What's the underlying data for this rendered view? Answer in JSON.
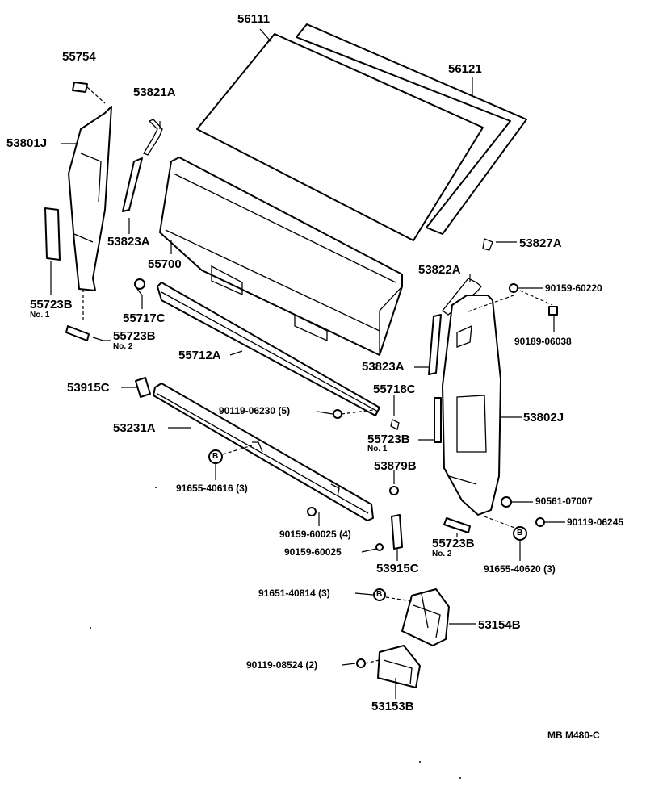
{
  "labels": {
    "p56111": "56111",
    "p56121": "56121",
    "p55754": "55754",
    "p53821A": "53821A",
    "p53801J": "53801J",
    "p53823A_top": "53823A",
    "p55700": "55700",
    "p55723B_no1_left": "55723B",
    "p55723B_no1_left_sub": "No. 1",
    "p55717C": "55717C",
    "p55723B_no2_left": "55723B",
    "p55723B_no2_left_sub": "No. 2",
    "p55712A": "55712A",
    "p53827A": "53827A",
    "p53822A": "53822A",
    "p90159_60220": "90159-60220",
    "p90189_06038": "90189-06038",
    "p53823A_right": "53823A",
    "p55718C": "55718C",
    "p53915C_top": "53915C",
    "p90119_06230": "90119-06230 (5)",
    "p53802J": "53802J",
    "p53231A": "53231A",
    "p55723B_no1_right": "55723B",
    "p55723B_no1_right_sub": "No. 1",
    "p91655_40616": "91655-40616 (3)",
    "p53879B": "53879B",
    "p90561_07007": "90561-07007",
    "p90119_06245": "90119-06245",
    "p90159_60025_4": "90159-60025 (4)",
    "p55723B_no2_right": "55723B",
    "p55723B_no2_right_sub": "No. 2",
    "p90159_60025": "90159-60025",
    "p53915C_bottom": "53915C",
    "p91655_40620": "91655-40620 (3)",
    "p91651_40814": "91651-40814 (3)",
    "p53154B": "53154B",
    "p90119_08524": "90119-08524 (2)",
    "p53153B": "53153B",
    "catalog_code": "MB  M480-C",
    "clip_mark": "B"
  }
}
